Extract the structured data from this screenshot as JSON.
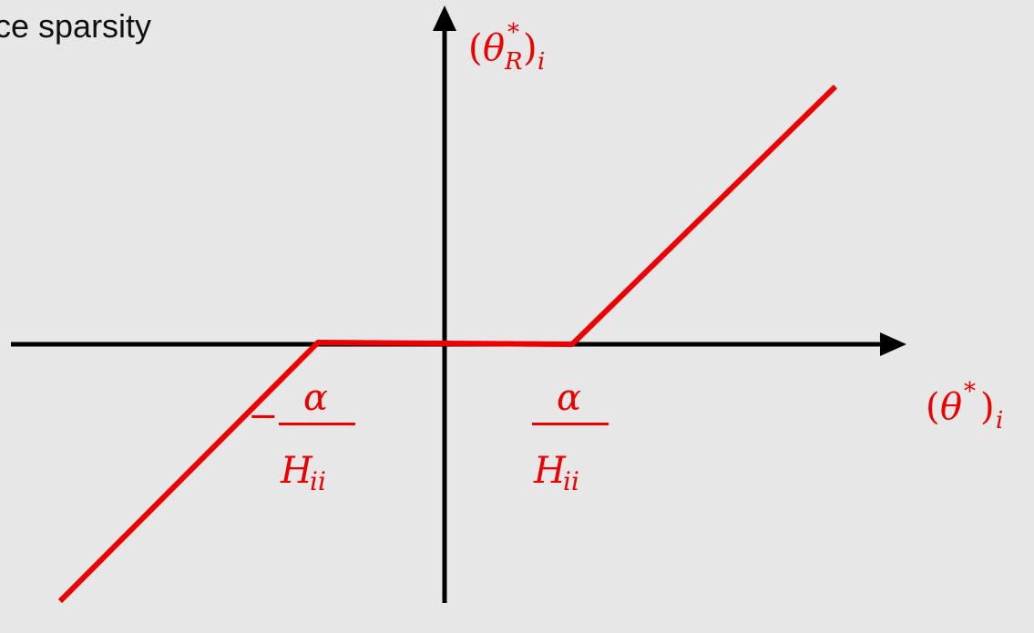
{
  "caption": "ce sparsity",
  "colors": {
    "background": "#e7e7e7",
    "axis": "#000000",
    "curve": "#ee0000",
    "caption": "#111111"
  },
  "diagram": {
    "type": "soft-threshold",
    "y_axis_label": {
      "open": "(",
      "symbol": "θ",
      "superscript": "*",
      "subscript": "R",
      "close": ")",
      "index": "i"
    },
    "x_axis_label": {
      "open": "(",
      "symbol": "θ",
      "superscript": "*",
      "close": ")",
      "index": "i"
    },
    "negative_threshold": {
      "sign": "−",
      "numerator": "α",
      "denominator": "H",
      "denominator_index": "ii"
    },
    "positive_threshold": {
      "numerator": "α",
      "denominator": "H",
      "denominator_index": "ii"
    }
  }
}
